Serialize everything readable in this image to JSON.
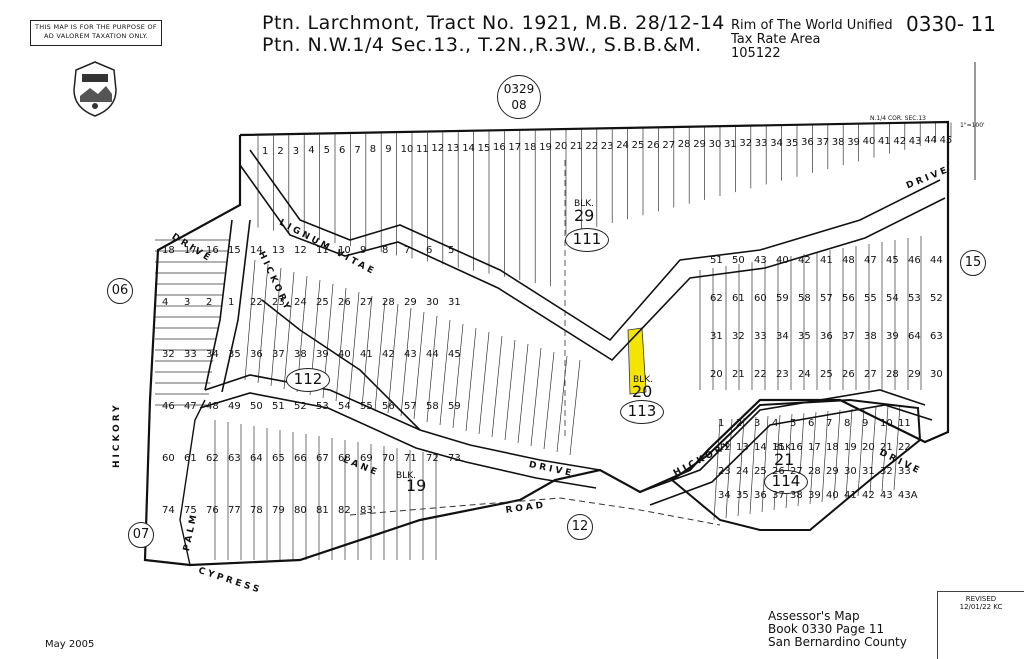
{
  "header": {
    "disclaimer": "THIS MAP IS FOR THE PURPOSE OF AD VALOREM TAXATION ONLY.",
    "title_line1": "Ptn. Larchmont, Tract No. 1921, M.B. 28/12-14",
    "title_line2": "Ptn. N.W.1/4 Sec.13., T.2N.,R.3W., S.B.B.&M.",
    "district": "Rim of The World Unified",
    "tra_label": "Tax Rate Area",
    "tra_value": "105122",
    "book_page": "0330- 11",
    "adjoining_top": "0329",
    "adjoining_top_sub": "08"
  },
  "map": {
    "scale_label": "1\"=100'",
    "corner_label": "N.1/4 COR. SEC.13",
    "adjoining_pages": [
      {
        "label": "06"
      },
      {
        "label": "07"
      },
      {
        "label": "12"
      },
      {
        "label": "15"
      }
    ],
    "books": [
      {
        "label": "111"
      },
      {
        "label": "112"
      },
      {
        "label": "113"
      },
      {
        "label": "114"
      }
    ],
    "blocks": [
      {
        "label": "BLK.",
        "number": "29"
      },
      {
        "label": "BLK.",
        "number": "20"
      },
      {
        "label": "BLK.",
        "number": "21"
      },
      {
        "label": "BLK.",
        "number": "19"
      }
    ],
    "streets": [
      {
        "name": "LIGNUM VITAE"
      },
      {
        "name": "DRIVE"
      },
      {
        "name": "HICKORY"
      },
      {
        "name": "DRIVE"
      },
      {
        "name": "HICKORY"
      },
      {
        "name": "LANE"
      },
      {
        "name": "DRIVE"
      },
      {
        "name": "ROAD"
      },
      {
        "name": "DRIVE"
      },
      {
        "name": "HICKORY"
      },
      {
        "name": "PALM"
      },
      {
        "name": "CYPRESS"
      }
    ],
    "top_lots": [
      "1",
      "2",
      "3",
      "4",
      "5",
      "6",
      "7",
      "8",
      "9",
      "10",
      "11",
      "12",
      "13",
      "14",
      "15",
      "16",
      "17",
      "18",
      "19",
      "20",
      "21",
      "22",
      "23",
      "24",
      "25",
      "26",
      "27",
      "28",
      "29",
      "30",
      "31",
      "32",
      "33",
      "34",
      "35",
      "36",
      "37",
      "38",
      "39",
      "40",
      "41",
      "42",
      "43",
      "44",
      "45"
    ],
    "east_lots": [
      "44",
      "46",
      "45",
      "47",
      "48",
      "41",
      "42",
      "40",
      "43",
      "50",
      "51",
      "52",
      "53",
      "54",
      "55",
      "56",
      "57",
      "58",
      "59",
      "60",
      "61",
      "62",
      "63",
      "64",
      "39",
      "38",
      "37",
      "36",
      "35",
      "34",
      "33",
      "32",
      "31",
      "30",
      "29",
      "28",
      "27",
      "26",
      "25",
      "24",
      "23",
      "22",
      "21",
      "20"
    ],
    "west_lots": [
      "18",
      "17",
      "16",
      "15",
      "14",
      "13",
      "12",
      "11",
      "10",
      "9",
      "8",
      "7",
      "6",
      "5",
      "4",
      "3",
      "2",
      "1",
      "22",
      "23",
      "24",
      "25",
      "26",
      "27",
      "28",
      "29",
      "30",
      "31",
      "32",
      "33",
      "34",
      "35",
      "36",
      "37",
      "38",
      "39",
      "40",
      "41",
      "42",
      "43",
      "44",
      "45",
      "46",
      "47",
      "48",
      "49",
      "50",
      "51",
      "52",
      "53",
      "54",
      "55",
      "56",
      "57",
      "58",
      "59",
      "60",
      "61",
      "62",
      "63",
      "64",
      "65",
      "66",
      "67",
      "68",
      "69",
      "70",
      "71",
      "72",
      "73",
      "74",
      "75",
      "76",
      "77",
      "78",
      "79",
      "80",
      "81",
      "82",
      "83'"
    ],
    "southeast_lots": [
      "1",
      "2",
      "3",
      "4",
      "5",
      "6",
      "7",
      "8",
      "9",
      "10",
      "11",
      "12",
      "13",
      "14",
      "15",
      "16",
      "17",
      "18",
      "19",
      "20",
      "21",
      "22",
      "23",
      "24",
      "25",
      "26",
      "27",
      "28",
      "29",
      "30",
      "31",
      "32",
      "33",
      "34",
      "35",
      "36",
      "37",
      "38",
      "39",
      "40",
      "41",
      "42",
      "43",
      "43A"
    ]
  },
  "footer": {
    "date": "May 2005",
    "revised_label": "REVISED",
    "revised_date": "12/01/22 KC",
    "assessor_line1": "Assessor's Map",
    "assessor_line2": "Book 0330 Page 11",
    "assessor_line3": "San Bernardino County"
  },
  "colors": {
    "highlight": "#f5e400",
    "ink": "#222222",
    "background": "#ffffff"
  }
}
